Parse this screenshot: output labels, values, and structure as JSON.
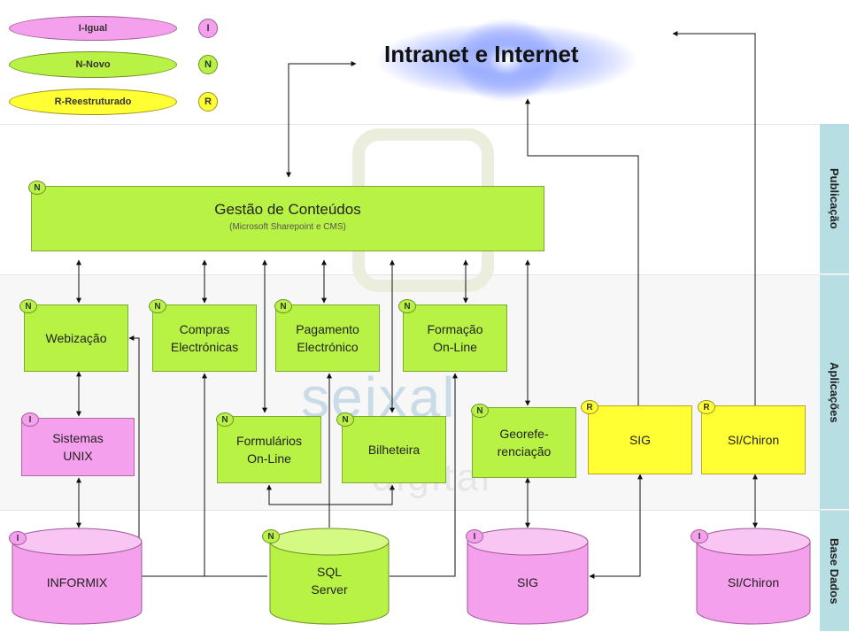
{
  "header": {
    "title": "Intranet e Internet"
  },
  "legend": [
    {
      "label": "I-Igual",
      "code": "I",
      "color": "#f5a0ec"
    },
    {
      "label": "N-Novo",
      "code": "N",
      "color": "#b8f244"
    },
    {
      "label": "R-Reestruturado",
      "code": "R",
      "color": "#ffff33"
    }
  ],
  "layers": {
    "publicacao": "Publicação",
    "aplicacoes": "Aplicações",
    "base_dados": "Base Dados"
  },
  "watermark": {
    "main": "seixal",
    "sub": "digital"
  },
  "nodes": {
    "gestao": {
      "badge": "N",
      "title": "Gestão de Conteúdos",
      "subtitle": "(Microsoft Sharepoint e CMS)"
    },
    "webizacao": {
      "badge": "N",
      "label": "Webização"
    },
    "compras": {
      "badge": "N",
      "line1": "Compras",
      "line2": "Electrónicas"
    },
    "pagamento": {
      "badge": "N",
      "line1": "Pagamento",
      "line2": "Electrónico"
    },
    "formacao": {
      "badge": "N",
      "line1": "Formação",
      "line2": "On-Line"
    },
    "sistemas_unix": {
      "badge": "I",
      "line1": "Sistemas",
      "line2": "UNIX"
    },
    "formularios": {
      "badge": "N",
      "line1": "Formulários",
      "line2": "On-Line"
    },
    "bilheteira": {
      "badge": "N",
      "label": "Bilheteira"
    },
    "georef": {
      "badge": "N",
      "line1": "Georefe-",
      "line2": "renciação"
    },
    "sig_app": {
      "badge": "R",
      "label": "SIG"
    },
    "chiron_app": {
      "badge": "R",
      "label": "SI/Chiron"
    },
    "informix_db": {
      "badge": "I",
      "label": "INFORMIX"
    },
    "sql_db": {
      "badge": "N",
      "line1": "SQL",
      "line2": "Server"
    },
    "sig_db": {
      "badge": "I",
      "label": "SIG"
    },
    "chiron_db": {
      "badge": "I",
      "label": "SI/Chiron"
    }
  },
  "colors": {
    "new": "#b8f244",
    "same": "#f5a0ec",
    "restructured": "#ffff33",
    "layer_band": "#b7dfe3"
  }
}
